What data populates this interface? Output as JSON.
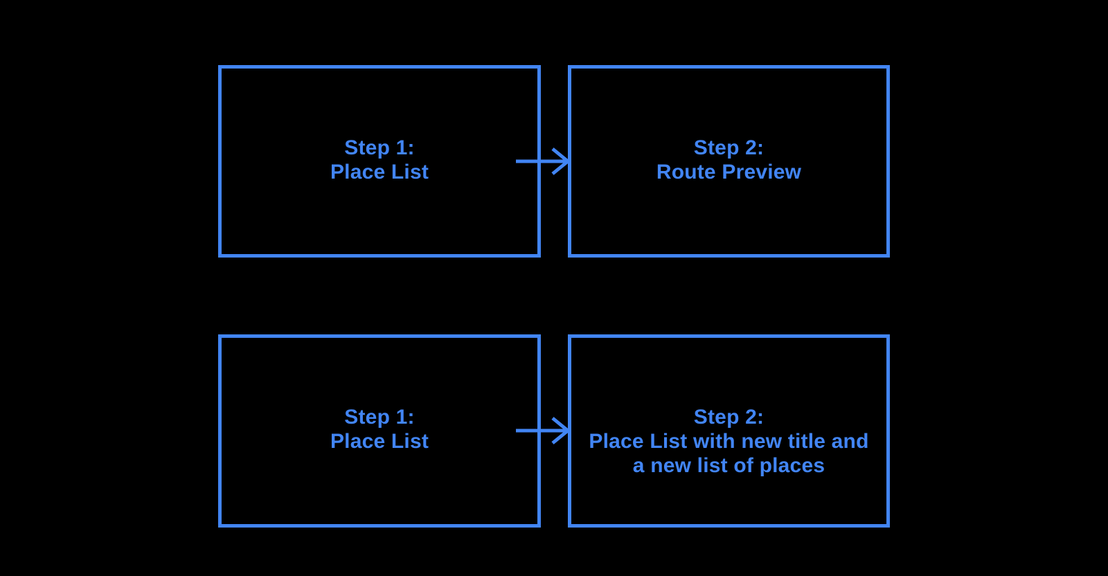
{
  "colors": {
    "accent": "#4285F4",
    "background": "#000000"
  },
  "diagram": {
    "description": "Two-row flow diagram of app navigation steps",
    "rows": [
      {
        "from": {
          "line1": "Step 1:",
          "line2": "Place List"
        },
        "to": {
          "line1": "Step 2:",
          "line2": "Route Preview"
        }
      },
      {
        "from": {
          "line1": "Step 1:",
          "line2": "Place List"
        },
        "to": {
          "line1": "Step 2:",
          "line2": "Place List with new title and",
          "line3": "a new list of places"
        }
      }
    ],
    "arrow_direction": "right"
  }
}
